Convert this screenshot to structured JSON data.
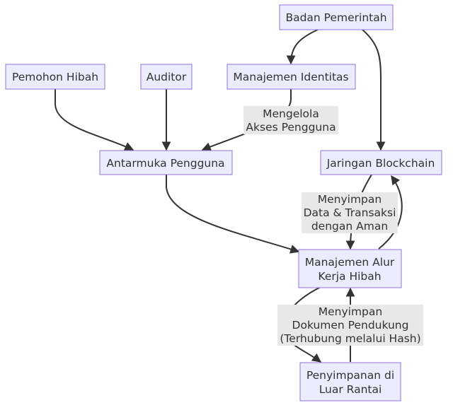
{
  "nodes": {
    "badan": [
      "Badan Pemerintah"
    ],
    "pemohon": [
      "Pemohon Hibah"
    ],
    "auditor": [
      "Auditor"
    ],
    "identitas": [
      "Manajemen Identitas"
    ],
    "antarmuka": [
      "Antarmuka Pengguna"
    ],
    "blockchain": [
      "Jaringan Blockchain"
    ],
    "alur": [
      "Manajemen Alur",
      "Kerja Hibah"
    ],
    "penyimpanan": [
      "Penyimpanan di",
      "Luar Rantai"
    ]
  },
  "edge_labels": {
    "identitas_antarmuka": [
      "Mengelola",
      "Akses Pengguna"
    ],
    "blockchain_alur": [
      "Menyimpan",
      "Data & Transaksi",
      "dengan Aman"
    ],
    "penyimpanan_alur": [
      "Menyimpan",
      "Dokumen Pendukung",
      "(Terhubung melalui Hash)"
    ]
  },
  "colors": {
    "node_fill": "#ECECFF",
    "node_stroke": "#9370DB",
    "edge": "#333333",
    "label_bg": "#e8e8e8"
  }
}
